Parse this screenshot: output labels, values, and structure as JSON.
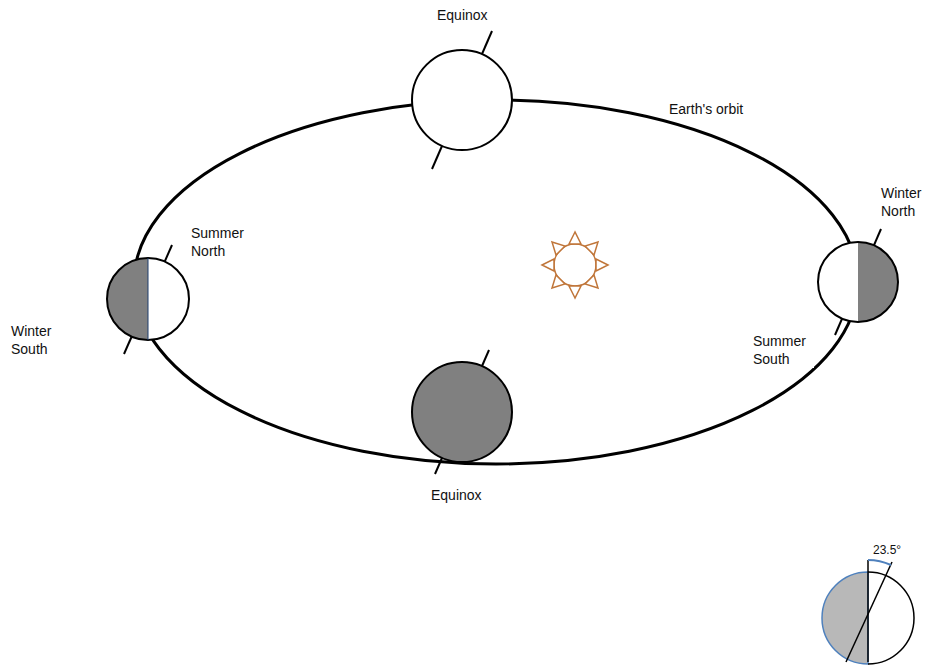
{
  "diagram": {
    "labels": [
      "Equinox",
      "Earth's orbit",
      "Winter North",
      "Summer North",
      "Winter South",
      "Summer South",
      "Equinox",
      "23.5°"
    ]
  }
}
